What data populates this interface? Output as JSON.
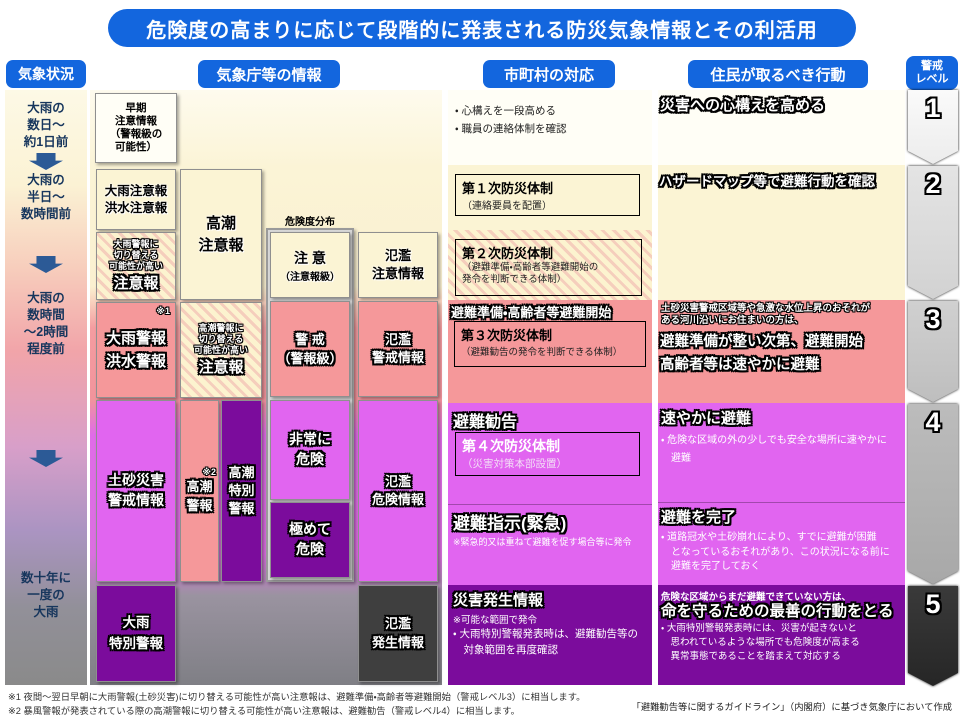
{
  "title": "危険度の高まりに応じて段階的に発表される防災気象情報とその利活用",
  "headers": {
    "weather": "気象状況",
    "jma": "気象庁等の情報",
    "municipality": "市町村の対応",
    "residents": "住民が取るべき行動",
    "alert_level": "警戒\nレベル"
  },
  "weather": {
    "stage1": "大雨の\n数日～\n約1日前",
    "stage2": "大雨の\n半日～\n数時間前",
    "stage3": "大雨の\n数時間\n～2時間\n程度前",
    "stage4": "数十年に\n一度の\n大雨"
  },
  "jma": {
    "early": "早期\n注意情報\n（警報級の\n可能性）",
    "rain_advisory": "大雨注意報\n洪水注意報",
    "rain_adv_switch_small": "大雨警報に\n切り替える\n可能性が高い",
    "rain_adv_switch_big": "注意報",
    "storm_surge_advisory": "高潮\n注意報",
    "rain_warning_note": "※1",
    "rain_warning": "大雨警報\n洪水警報",
    "surge_switch_small": "高潮警報に\n切り替える\n可能性が高い",
    "surge_switch_big": "注意報",
    "landslide": "土砂災害\n警戒情報",
    "surge_warning_note": "※2",
    "surge_warning": "高潮\n警報",
    "surge_special": "高潮\n特別\n警報",
    "rain_special": "大雨\n特別警報",
    "risk_map_label": "危険度分布",
    "risk_caution": "注 意",
    "risk_caution_sub": "（注意報級）",
    "risk_warning": "警 戒\n（警報級）",
    "risk_very_danger": "非常に\n危険",
    "risk_extreme_danger": "極めて\n危険",
    "flood_caution": "氾濫\n注意情報",
    "flood_warning": "氾濫\n警戒情報",
    "flood_danger": "氾濫\n危険情報",
    "flood_occurred": "氾濫\n発生情報"
  },
  "municipality": {
    "level1_bullet1": "・ 心構えを一段高める",
    "level1_bullet2": "・ 職員の連絡体制を確認",
    "level2_box1_title": "第１次防災体制",
    "level2_box1_sub": "（連絡要員を配置）",
    "level2_box2_title": "第２次防災体制",
    "level2_box2_sub": "（避難準備・高齢者等避難開始の\n発令を判断できる体制）",
    "level3_heading": "避難準備・高齢者等避難開始",
    "level3_box_title": "第３次防災体制",
    "level3_box_sub": "（避難勧告の発令を判断できる体制）",
    "level4_heading": "避難勧告",
    "level4_box_title": "第４次防災体制",
    "level4_box_sub": "（災害対策本部設置）",
    "level4_heading2": "避難指示(緊急)",
    "level4_note": "※緊急的又は重ねて避難を促す場合等に発令",
    "level5_heading": "災害発生情報",
    "level5_note": "※可能な範囲で発令",
    "level5_bullet": "・ 大雨特別警報発表時は、避難勧告等の\n　対象範囲を再度確認"
  },
  "residents": {
    "level1": "災害への心構えを高める",
    "level2": "ハザードマップ等で避難行動を確認",
    "level3_pre": "土砂災害警戒区域等や急激な水位上昇のおそれが\nある河川沿いにお住まいの方は、",
    "level3_main1": "避難準備が整い次第、避難開始",
    "level3_main2": "高齢者等は速やかに避難",
    "level4_heading1": "速やかに避難",
    "level4_bullet1": "・ 危険な区域の外の少しでも安全な場所に速やかに\n　避難",
    "level4_heading2": "避難を完了",
    "level4_bullet2": "・ 道路冠水や土砂崩れにより、すでに避難が困難\n　となっているおそれがあり、この状況になる前に\n　避難を完了しておく",
    "level5_pre": "危険な区域からまだ避難できていない方は、",
    "level5_heading": "命を守るための最善の行動をとる",
    "level5_bullet": "・ 大雨特別警報発表時には、災害が起きないと\n　思われているような場所でも危険度が高まる\n　異常事態であることを踏まえて対応する"
  },
  "alert": {
    "levels": [
      "1",
      "2",
      "3",
      "4",
      "5"
    ]
  },
  "footnotes": {
    "note1": "※1 夜間～翌日早朝に大雨警報(土砂災害)に切り替える可能性が高い注意報は、避難準備・高齢者等避難開始（警戒レベル3）に相当します。",
    "note2": "※2 暴風警報が発表されている際の高潮警報に切り替える可能性が高い注意報は、避難勧告（警戒レベル4）に相当します。",
    "attribution": "「避難勧告等に関するガイドライン」（内閣府）に基づき気象庁において作成"
  },
  "colors": {
    "accent_blue": "#1366DE",
    "cream": "#FBF4D4",
    "pink": "#F5989A",
    "magenta": "#E165F0",
    "dark_purple": "#7B0C9C",
    "dark_gray": "#3F3F3F"
  }
}
